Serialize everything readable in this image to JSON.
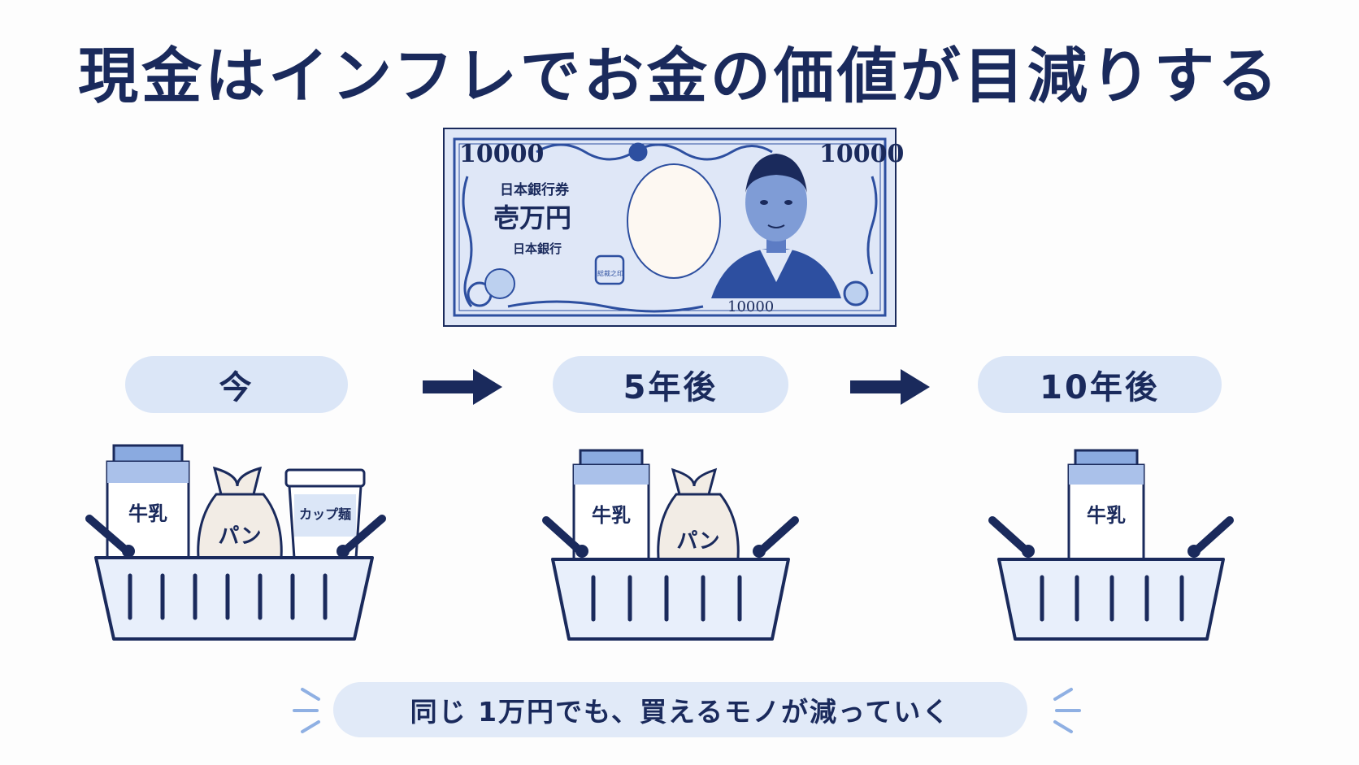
{
  "title": "現金はインフレでお金の価値が目減りする",
  "banknote": {
    "denomination_left": "10000",
    "denomination_right": "10000",
    "issuer": "日本銀行券",
    "value_kanji": "壱万円",
    "bank": "日本銀行",
    "seal": "総裁之印",
    "serial": "10000"
  },
  "stages": [
    {
      "label": "今",
      "items": [
        "牛乳",
        "パン",
        "カップ麺"
      ]
    },
    {
      "label": "5年後",
      "items": [
        "牛乳",
        "パン"
      ]
    },
    {
      "label": "10年後",
      "items": [
        "牛乳"
      ]
    }
  ],
  "footer": "同じ 1万円でも、買えるモノが減っていく",
  "colors": {
    "navy": "#1a2a5c",
    "pill": "#dbe6f7",
    "basket_fill": "#e8effb",
    "note_blue": "#2d4fa0",
    "note_bg": "#dfe7f7"
  }
}
